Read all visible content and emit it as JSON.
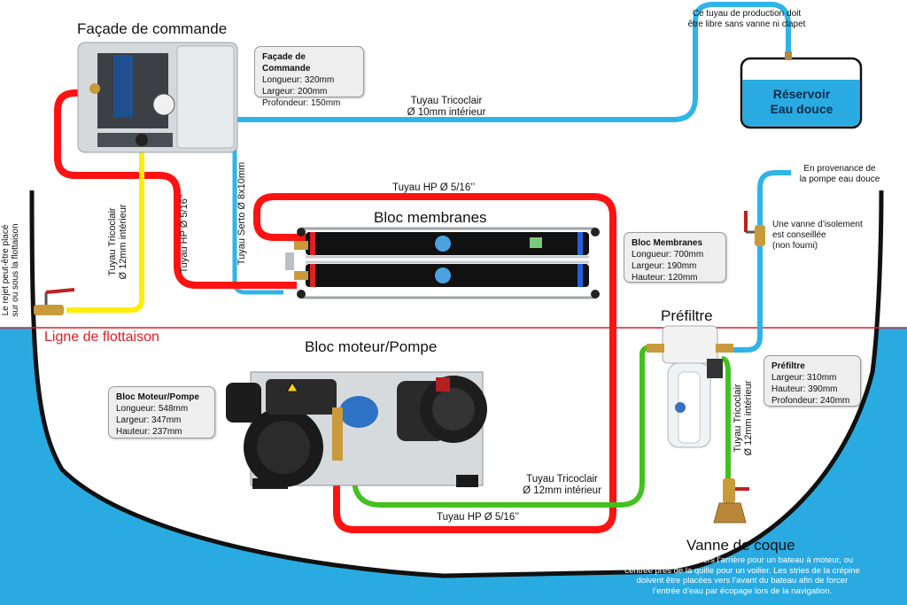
{
  "colors": {
    "sea": "#29abe2",
    "hull": "#111111",
    "waterline": "#e01b24",
    "hp_pipe": "#ff1212",
    "tricoclair_pipe": "#2fb4e8",
    "yellow_pipe": "#ffee00",
    "green_pipe": "#44c021"
  },
  "icons": [
    "valve-icon",
    "fitting-icon",
    "pressure-gauge-icon"
  ],
  "titles": {
    "facade": "Façade de commande",
    "membranes": "Bloc membranes",
    "moteur": "Bloc moteur/Pompe",
    "prefiltre": "Préfiltre",
    "vanne_coque": "Vanne de coque",
    "ligne_flottaison": "Ligne de flottaison"
  },
  "reservoir": {
    "line1": "Réservoir",
    "line2": "Eau douce"
  },
  "boxes": {
    "facade": {
      "title": "Façade de Commande",
      "lines": [
        "Longueur: 320mm",
        "Largeur: 200mm",
        "Profondeur: 150mm"
      ]
    },
    "membranes": {
      "title": "Bloc Membranes",
      "lines": [
        "Longueur: 700mm",
        "Largeur: 190mm",
        "Hauteur: 120mm"
      ]
    },
    "moteur": {
      "title": "Bloc Moteur/Pompe",
      "lines": [
        "Longueur: 548mm",
        "Largeur: 347mm",
        "Hauteur: 237mm"
      ]
    },
    "prefiltre": {
      "title": "Préfiltre",
      "lines": [
        "Largeur: 310mm",
        "Hauteur: 390mm",
        "Profondeur: 240mm"
      ]
    }
  },
  "notes": {
    "production": [
      "Ce tuyau de production doit",
      "être libre sans vanne ni clapet"
    ],
    "provenance": [
      "En provenance de",
      "la pompe eau douce"
    ],
    "isolement": [
      "Une vanne d’isolement",
      "est conseillée",
      "(non fourni)"
    ],
    "rejet": [
      "Le rejet peut-être placé",
      "sur ou sous la flottaison"
    ],
    "vanne_coque": [
      "Doit être installée vers l’arrière pour un bateau à moteur, ou",
      "centrée près de la quille pour un voilier. Les stries de la crépine",
      "doivent être placées vers l’avant du bateau afin de forcer",
      "l’entrée d’eau par écopage lors de la navigation."
    ]
  },
  "pipes": {
    "tricoclair_10": [
      "Tuyau Tricoclair",
      "Ø 10mm intérieur"
    ],
    "hp_top": "Tuyau HP Ø 5/16’’",
    "hp_bottom": "Tuyau HP Ø 5/16’’",
    "tricoclair_12_bottom": [
      "Tuyau Tricoclair",
      "Ø 12mm intérieur"
    ],
    "tricoclair_12_left": [
      "Tuyau Tricoclair",
      "Ø 12mm intérieur"
    ],
    "hp_vertical": "Tuyau HP Ø 5/16’’",
    "serto": "Tuyau Serto Ø 8x10mm",
    "tricoclair_12_right": [
      "Tuyau Tricoclair",
      "Ø 12mm intérieur"
    ]
  }
}
